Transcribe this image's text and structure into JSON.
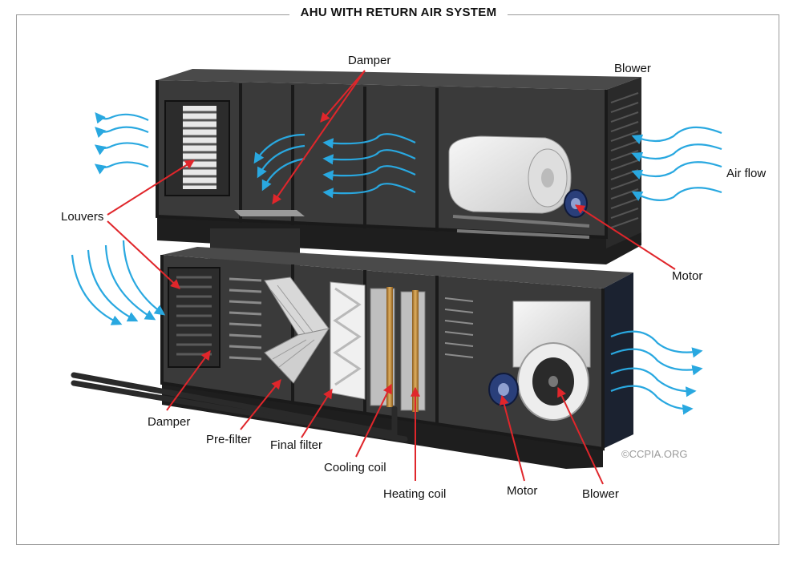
{
  "title": "AHU WITH RETURN AIR SYSTEM",
  "labels": {
    "damper_top": "Damper",
    "blower_top": "Blower",
    "air_flow": "Air flow",
    "louvers": "Louvers",
    "motor_top": "Motor",
    "damper_bottom": "Damper",
    "pre_filter": "Pre-filter",
    "final_filter": "Final filter",
    "cooling_coil": "Cooling coil",
    "heating_coil": "Heating coil",
    "motor_bottom": "Motor",
    "blower_bottom": "Blower"
  },
  "copyright": "©CCPIA.ORG",
  "colors": {
    "airflow_arrow": "#29a8e0",
    "leader_line": "#e0262b",
    "unit_dark": "#2b2b2b",
    "unit_panel": "#3c3c3c",
    "motor_blue": "#2a3f7a",
    "blower_white": "#ececec",
    "coil_copper": "#c8913a"
  }
}
